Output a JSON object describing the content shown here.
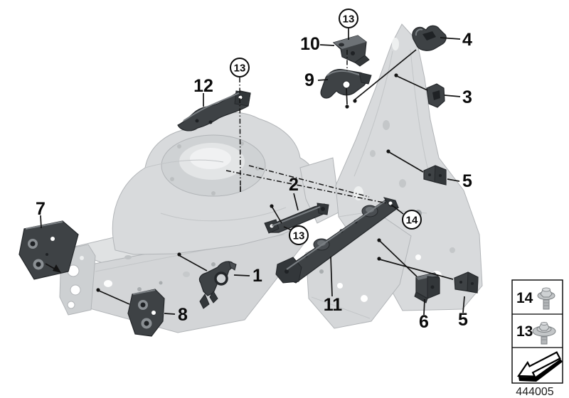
{
  "diagram": {
    "type": "exploded-parts-diagram",
    "drawing_number": "444005",
    "colors": {
      "background": "#ffffff",
      "highlight_part": "#3e4245",
      "body_structure": "#d7d9db",
      "callout_line": "#141414"
    },
    "callouts": {
      "c1": "1",
      "c2": "2",
      "c3": "3",
      "c4": "4",
      "c5_upper": "5",
      "c5_lower": "5",
      "c6": "6",
      "c7": "7",
      "c8": "8",
      "c9": "9",
      "c10": "10",
      "c11": "11",
      "c12": "12",
      "c13_top": "13",
      "c13_mid": "13",
      "c14_mid": "14"
    },
    "legend": {
      "row1_number": "14",
      "row1_icon": "hex-flange-bolt-icon",
      "row2_number": "13",
      "row2_icon": "hex-washer-bolt-icon",
      "row3_icon": "direction-arrow-icon"
    }
  }
}
